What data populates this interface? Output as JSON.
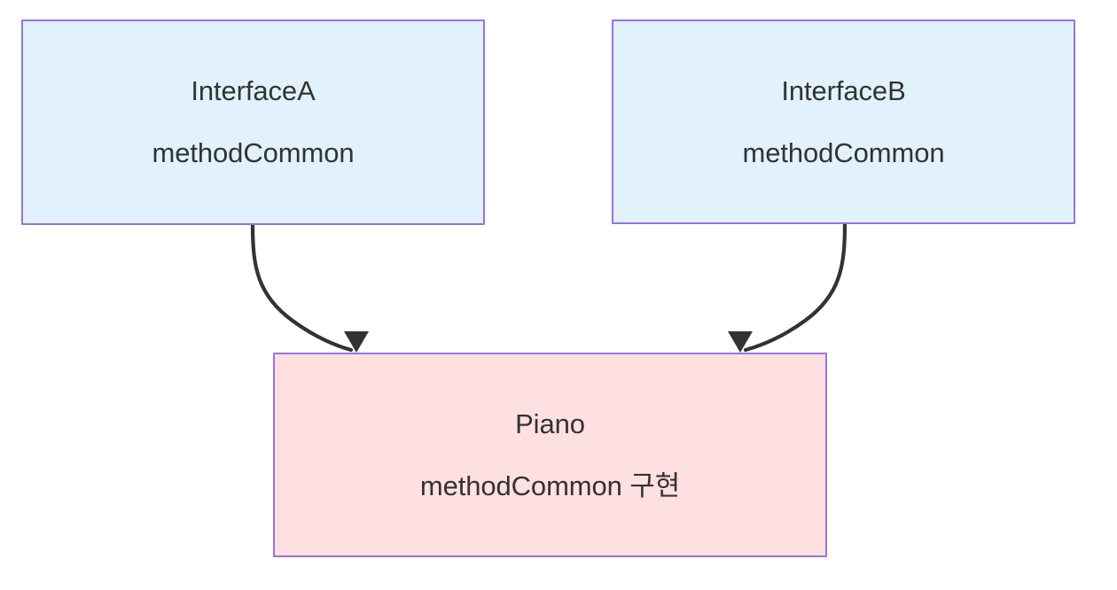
{
  "diagram": {
    "type": "uml-class-diagram",
    "background_color": "#ffffff",
    "nodes": [
      {
        "id": "interface-a",
        "title": "InterfaceA",
        "member": "methodCommon",
        "fill_color": "#e1f2fd",
        "border_color": "#9673e0",
        "text_color": "#333333"
      },
      {
        "id": "interface-b",
        "title": "InterfaceB",
        "member": "methodCommon",
        "fill_color": "#e1f2fd",
        "border_color": "#9673e0",
        "text_color": "#333333"
      },
      {
        "id": "piano",
        "title": "Piano",
        "member": "methodCommon 구현",
        "fill_color": "#ffe0e1",
        "border_color": "#9673e0",
        "text_color": "#333333"
      }
    ],
    "edges": [
      {
        "id": "edge-a-to-piano",
        "from": "interface-a",
        "to": "piano",
        "marker": "arrowhead-filled",
        "color": "#333333"
      },
      {
        "id": "edge-b-to-piano",
        "from": "interface-b",
        "to": "piano",
        "marker": "arrowhead-filled",
        "color": "#333333"
      }
    ]
  }
}
